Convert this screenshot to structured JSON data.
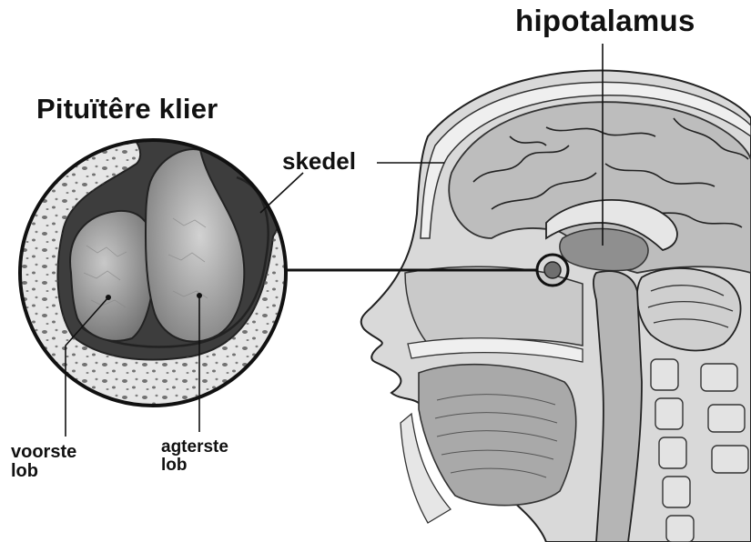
{
  "diagram": {
    "labels": {
      "hypothalamus": "hipotalamus",
      "pituitary_gland": "Pituïtêre klier",
      "skull": "skedel",
      "anterior_lobe_line1": "voorste",
      "anterior_lobe_line2": "lob",
      "posterior_lobe_line1": "agterste",
      "posterior_lobe_line2": "lob"
    },
    "colors": {
      "background": "#ffffff",
      "outline": "#111111",
      "bone": "#e4e4e4",
      "brain": "#bdbdbd",
      "brain_dark": "#8c8c8c",
      "tissue": "#a6a6a6",
      "gland": "#9a9a9a"
    }
  }
}
